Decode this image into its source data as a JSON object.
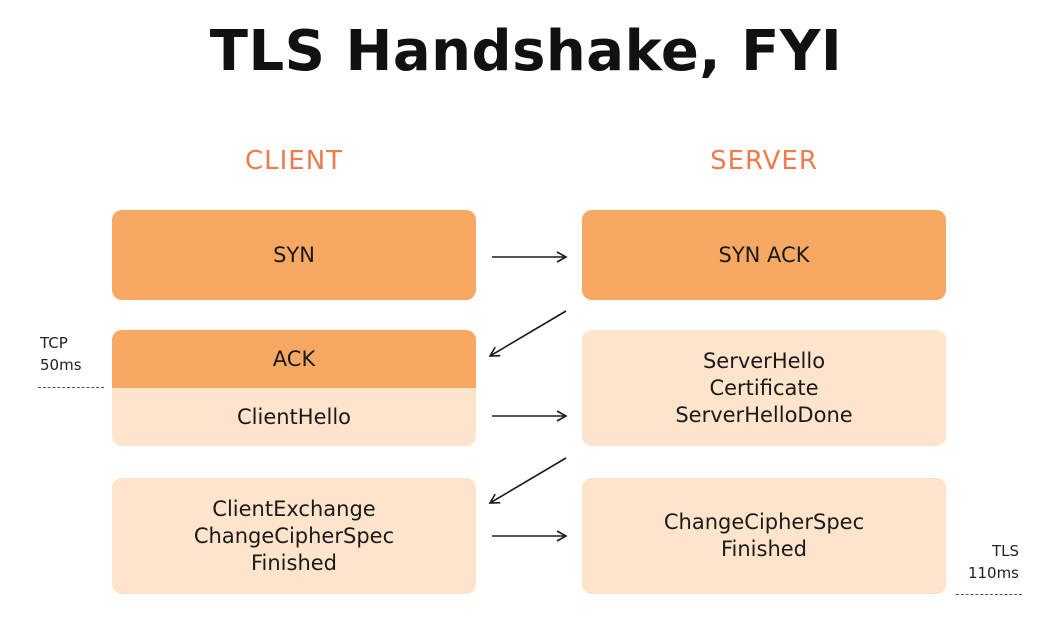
{
  "title": "TLS Handshake, FYI",
  "columns": {
    "client": "CLIENT",
    "server": "SERVER"
  },
  "steps": {
    "syn": "SYN",
    "syn_ack": "SYN ACK",
    "ack": "ACK",
    "client_hello": "ClientHello",
    "server_hello": "ServerHello\nCertificate\nServerHelloDone",
    "client_exchange": "ClientExchange\nChangeCipherSpec\nFinished",
    "server_finish": "ChangeCipherSpec\nFinished"
  },
  "timings": {
    "tcp": "TCP\n50ms",
    "tls": "TLS\n110ms"
  },
  "colors": {
    "accent": "#f07b4a",
    "box_dark": "#f7a862",
    "box_light": "#fde4cb"
  }
}
